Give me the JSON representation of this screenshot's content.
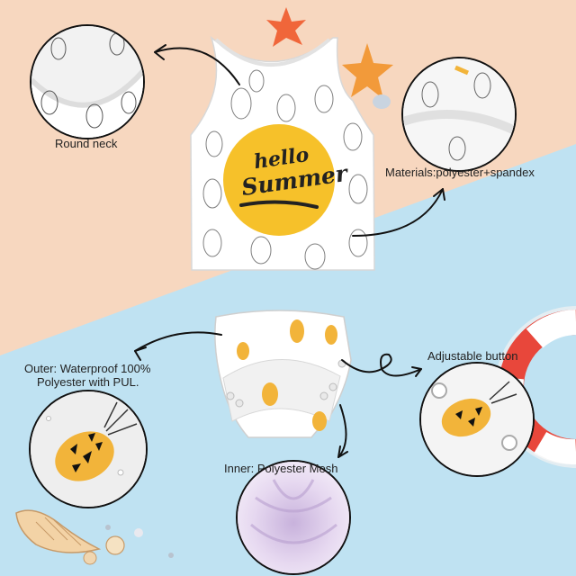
{
  "tank_graphic": {
    "line1": "hello",
    "line2": "Summer"
  },
  "labels": {
    "round_neck": "Round neck",
    "materials": "Materials:polyester+spandex",
    "outer_line1": "Outer: Waterproof 100%",
    "outer_line2": "Polyester with PUL.",
    "adjustable": "Adjustable button",
    "inner": "Inner: Polyester Mesh"
  },
  "colors": {
    "peach_bg": "#f7d7bf",
    "blue_bg": "#bfe2f2",
    "accent_yellow": "#f6c12a",
    "pineapple_orange": "#f2b43a",
    "starfish": "#f0663a",
    "lifebuoy_red": "#e8473b",
    "mesh_lilac": "#e4d6ef"
  },
  "icons": [
    "starfish",
    "shell",
    "lifebuoy",
    "pineapple",
    "arrow"
  ]
}
